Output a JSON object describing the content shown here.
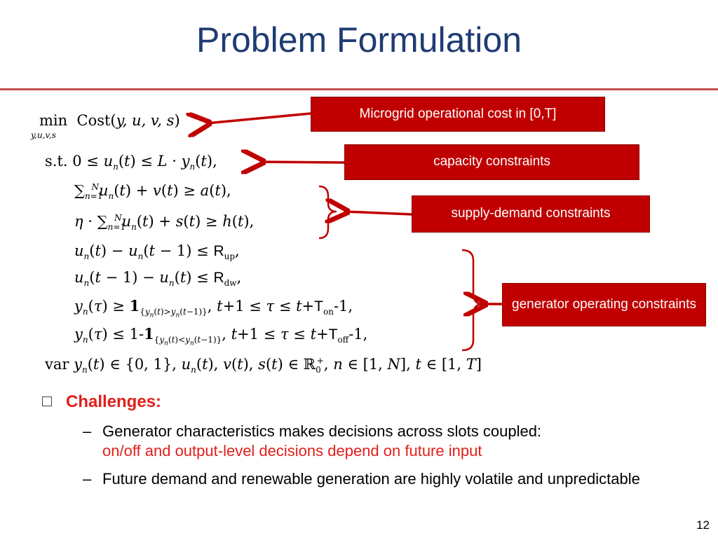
{
  "title": "Problem Formulation",
  "annotations": {
    "cost": "Microgrid operational cost in [0,T]",
    "capacity": "capacity constraints",
    "supply_demand": "supply-demand constraints",
    "generator": "generator operating constraints"
  },
  "bullets": {
    "heading": "Challenges:",
    "item1_text": "Generator characteristics makes decisions across slots coupled:",
    "item1_highlight": "on/off and output-level decisions depend on future input",
    "item2_text": "Future demand and renewable generation are highly volatile and unpredictable"
  },
  "page_number": "12",
  "colors": {
    "title": "#1f3b73",
    "accent": "#c00000",
    "rule": "#c0504d",
    "highlight": "#e0201b"
  }
}
